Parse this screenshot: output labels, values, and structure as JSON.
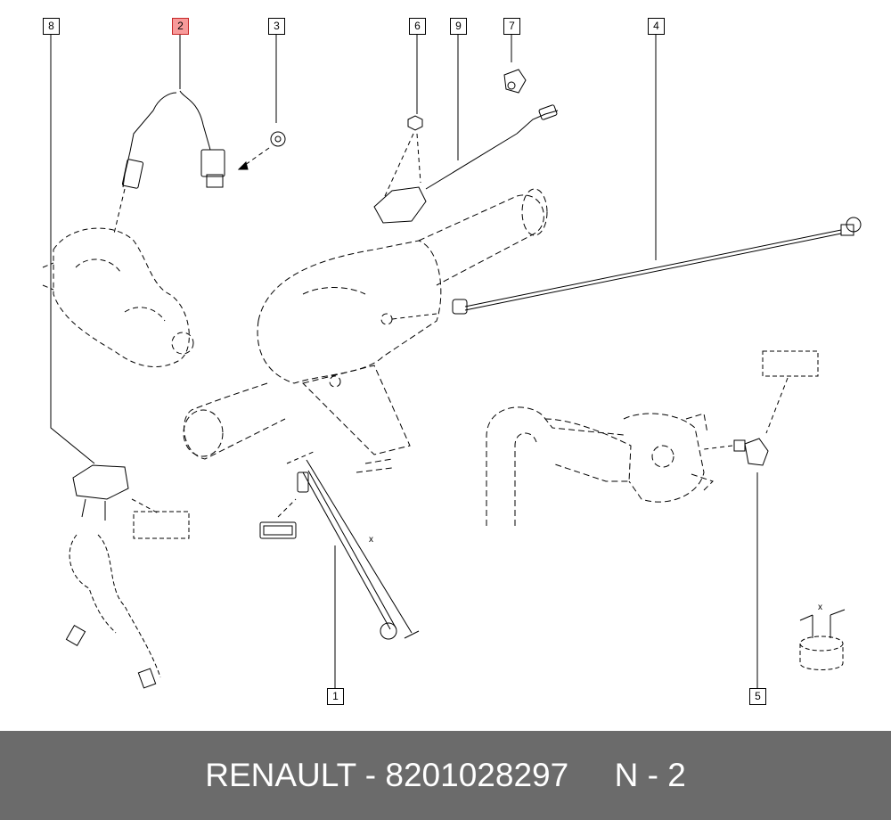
{
  "callouts": [
    "1",
    "2",
    "3",
    "4",
    "5",
    "6",
    "7",
    "8",
    "9"
  ],
  "highlighted_callout": "2",
  "dimension_mark": "x",
  "footer": {
    "brand": "RENAULT",
    "separator": " - ",
    "part_number": "8201028297",
    "position_label": "N - 2"
  },
  "colors": {
    "footer_background": "#6b6b6b",
    "footer_text": "#ffffff",
    "highlight_fill": "#f79a9a",
    "highlight_border": "#c62828"
  }
}
